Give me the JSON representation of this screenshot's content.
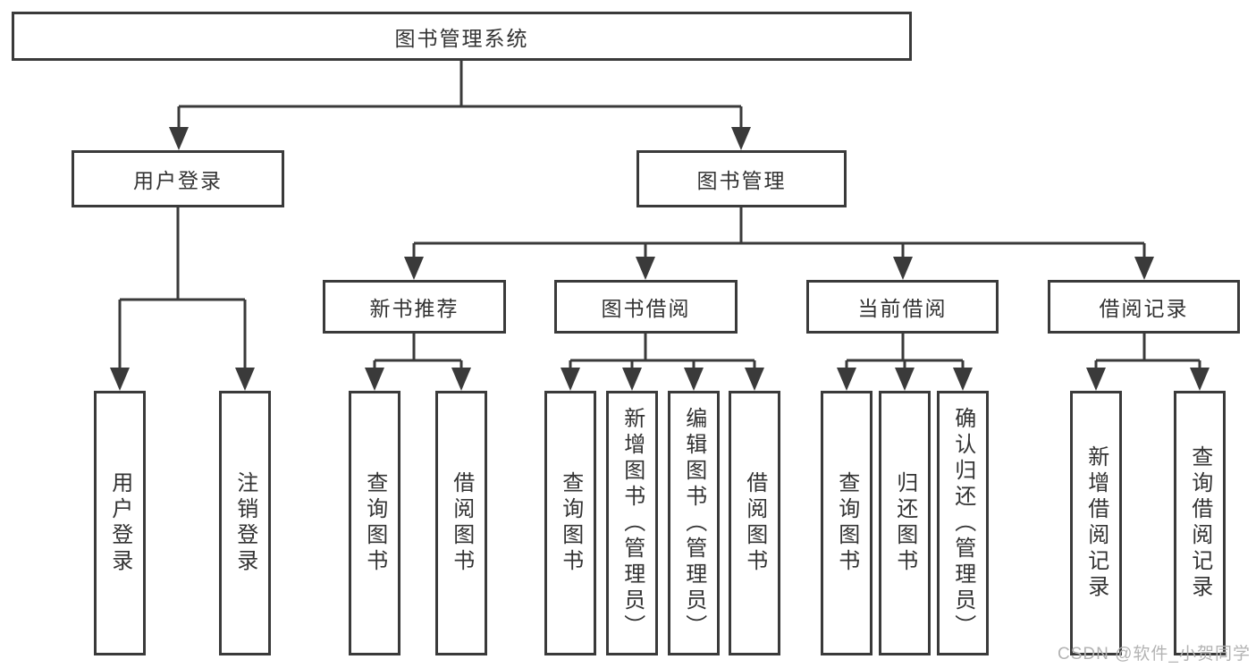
{
  "diagram": {
    "root": {
      "label": "图书管理系统"
    },
    "branches": {
      "user_login": {
        "label": "用户登录",
        "children": [
          "用户登录",
          "注销登录"
        ]
      },
      "book_mgmt": {
        "label": "图书管理",
        "children": {
          "new_books": {
            "label": "新书推荐",
            "children": [
              "查询图书",
              "借阅图书"
            ]
          },
          "borrowing": {
            "label": "图书借阅",
            "children": [
              "查询图书",
              "新增图书（管理员）",
              "编辑图书（管理员）",
              "借阅图书"
            ]
          },
          "current": {
            "label": "当前借阅",
            "children": [
              "查询图书",
              "归还图书",
              "确认归还（管理员）"
            ]
          },
          "records": {
            "label": "借阅记录",
            "children": [
              "新增借阅记录",
              "查询借阅记录"
            ]
          }
        }
      }
    },
    "colors": {
      "line": "#3a3a3a",
      "text": "#333333",
      "background": "#ffffff",
      "watermark": "#b3b3b3"
    }
  },
  "watermark": {
    "text": "CSDN @软件_小贺同学"
  }
}
